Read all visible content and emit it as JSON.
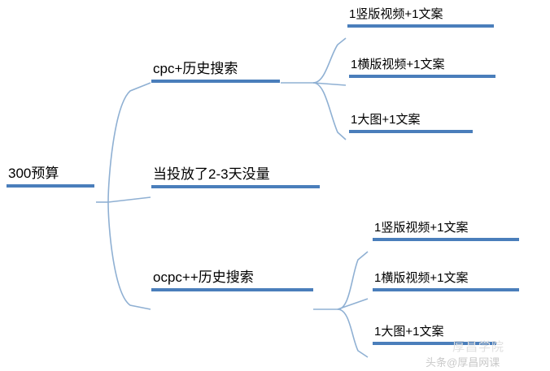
{
  "diagram": {
    "type": "mindmap",
    "accent_color": "#4a7ebb",
    "line_color": "#8fb0d3",
    "background": "#ffffff",
    "root": {
      "label": "300预算"
    },
    "branches": [
      {
        "label": "cpc+历史搜索",
        "children": [
          {
            "label": "1竖版视频+1文案"
          },
          {
            "label": "1横版视频+1文案"
          },
          {
            "label": "1大图+1文案"
          }
        ]
      },
      {
        "label": "当投放了2-3天没量",
        "children": []
      },
      {
        "label": "ocpc++历史搜索",
        "children": [
          {
            "label": "1竖版视频+1文案"
          },
          {
            "label": "1横版视频+1文案"
          },
          {
            "label": "1大图+1文案"
          }
        ]
      }
    ]
  },
  "watermarks": {
    "bottom_right": "头条@厚昌网课",
    "faint": "厚昌学院"
  }
}
